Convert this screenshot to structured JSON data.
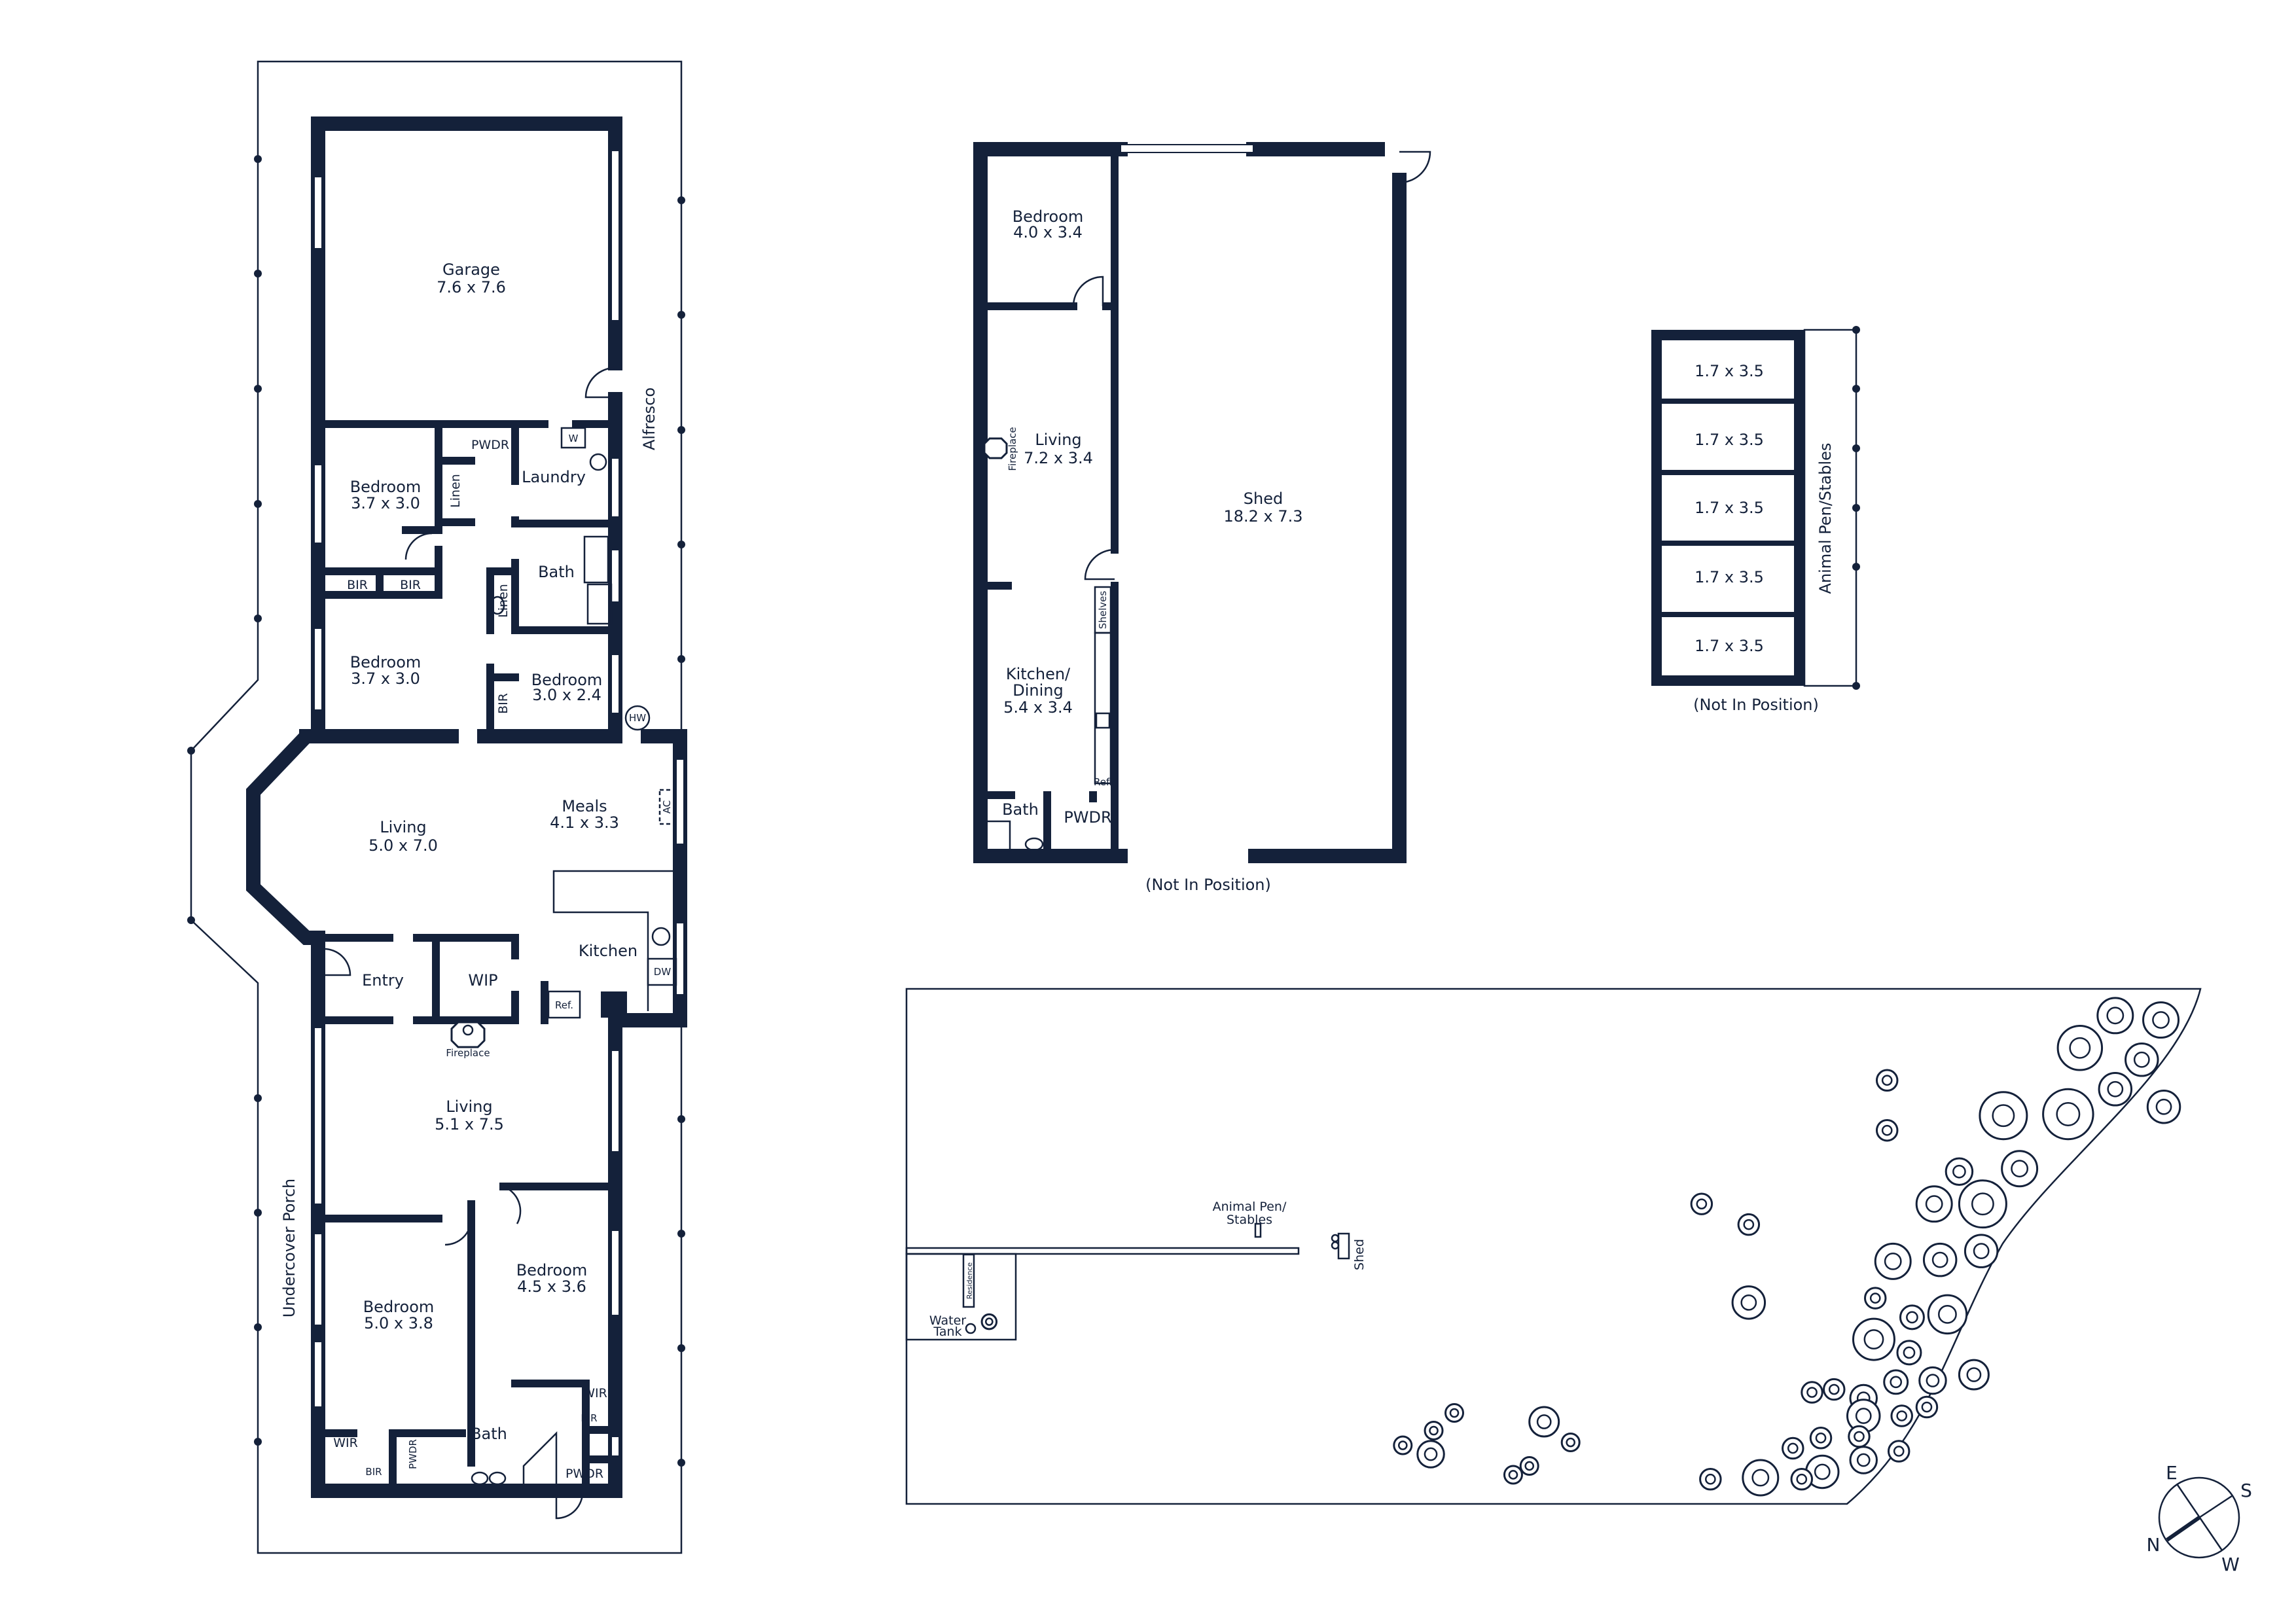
{
  "house": {
    "garage": {
      "name": "Garage",
      "size": "7.6 x 7.6"
    },
    "alfresco": "Alfresco",
    "undercover_porch": "Undercover Porch",
    "pwdr_top": "PWDR",
    "linen_1": "Linen",
    "linen_2": "Linen",
    "laundry": "Laundry",
    "washer": "W",
    "bed_1": {
      "name": "Bedroom",
      "size": "3.7 x 3.0"
    },
    "bir_1": "BIR",
    "bir_2": "BIR",
    "bath_1": "Bath",
    "bed_2": {
      "name": "Bedroom",
      "size": "3.7 x 3.0"
    },
    "bed_3": {
      "name": "Bedroom",
      "size": "3.0 x 2.4"
    },
    "bir_3": "BIR",
    "hot_water": "HW",
    "living_1": {
      "name": "Living",
      "size": "5.0 x 7.0"
    },
    "meals": {
      "name": "Meals",
      "size": "4.1 x 3.3"
    },
    "ac": "AC",
    "kitchen": "Kitchen",
    "dishwasher": "DW",
    "fridge": "Ref.",
    "entry": "Entry",
    "wip": "WIP",
    "fireplace": "Fireplace",
    "living_2": {
      "name": "Living",
      "size": "5.1 x 7.5"
    },
    "bed_4": {
      "name": "Bedroom",
      "size": "4.5 x 3.6"
    },
    "bed_5": {
      "name": "Bedroom",
      "size": "5.0 x 3.8"
    },
    "wir_1": "WIR",
    "bir_4": "BIR",
    "wir_2": "WIR",
    "bir_5": "BIR",
    "pwdr_2": "PWDR",
    "bath_2": "Bath",
    "pwdr_3": "PWDR"
  },
  "shed": {
    "bedroom": {
      "name": "Bedroom",
      "size": "4.0 x 3.4"
    },
    "living": {
      "name": "Living",
      "size": "7.2 x 3.4"
    },
    "fireplace": "Fireplace",
    "kitchen": {
      "name_1": "Kitchen/",
      "name_2": "Dining",
      "size": "5.4 x 3.4"
    },
    "shelves": "Shelves",
    "fridge": "Ref.",
    "bath": "Bath",
    "pwdr": "PWDR",
    "shed": {
      "name": "Shed",
      "size": "18.2 x 7.3"
    },
    "note": "(Not In Position)"
  },
  "stables": {
    "stalls": [
      "1.7 x 3.5",
      "1.7 x 3.5",
      "1.7 x 3.5",
      "1.7 x 3.5",
      "1.7 x 3.5"
    ],
    "title": "Animal Pen/Stables",
    "note": "(Not In Position)"
  },
  "site": {
    "animal_pen_1": "Animal Pen/",
    "animal_pen_2": "Stables",
    "shed": "Shed",
    "residence": "Residence",
    "water_1": "Water",
    "water_2": "Tank"
  },
  "compass": {
    "n": "N",
    "e": "E",
    "s": "S",
    "w": "W"
  },
  "colors": {
    "ink": "#14213a",
    "background": "#ffffff"
  }
}
